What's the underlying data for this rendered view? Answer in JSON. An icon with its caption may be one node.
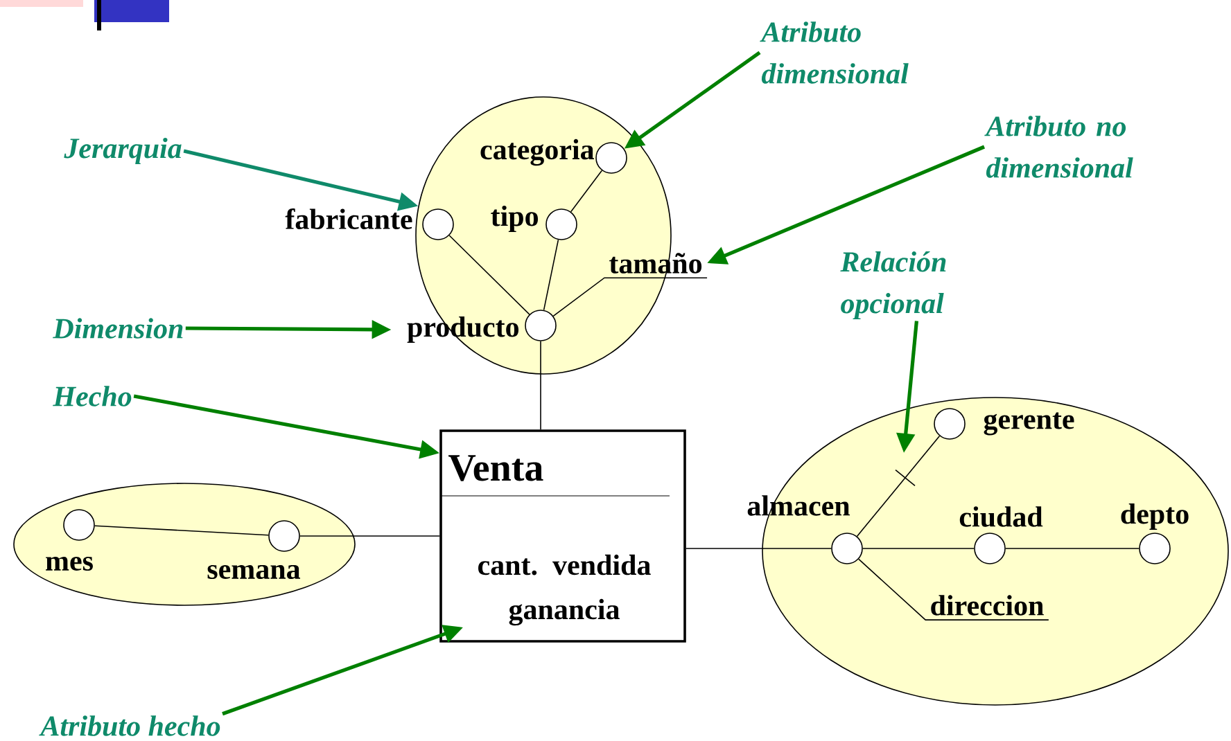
{
  "diagram": {
    "nodes": [
      {
        "text": [
          "Atributo dimensional"
        ]
      },
      {
        "text": [
          "Jerarquia"
        ]
      },
      {
        "text": [
          "Atributo no dimensional"
        ]
      },
      {
        "text": [],
        "shape": "ellipse"
      },
      {
        "text": [],
        "shape": "circle",
        "beside": [
          "categoria"
        ],
        "in": 3
      },
      {
        "text": [],
        "shape": "circle",
        "beside": [
          "fabricante"
        ],
        "in": 3
      },
      {
        "text": [],
        "shape": "circle",
        "beside": [
          "tipo"
        ],
        "in": 3
      },
      {
        "text": [
          "tamaño"
        ],
        "in": 3
      },
      {
        "text": [
          "Relación opcional"
        ]
      },
      {
        "text": [
          "Dimension"
        ]
      },
      {
        "text": [],
        "shape": "circle",
        "beside": [
          "producto"
        ],
        "in": 3
      },
      {
        "text": [
          "Hecho"
        ]
      },
      {
        "text": [
          "Venta",
          "cant. vendida ganancia"
        ]
      },
      {
        "text": [],
        "shape": "ellipse"
      },
      {
        "text": [],
        "shape": "circle",
        "beside": [
          "mes"
        ],
        "in": 13
      },
      {
        "text": [],
        "shape": "circle",
        "beside": [
          "semana"
        ],
        "in": 13
      },
      {
        "text": [],
        "shape": "ellipse"
      },
      {
        "text": [],
        "shape": "circle",
        "beside": [
          "gerente"
        ],
        "in": 16
      },
      {
        "text": [],
        "shape": "circle",
        "beside": [
          "almacen"
        ],
        "in": 16
      },
      {
        "text": [],
        "shape": "circle",
        "beside": [
          "ciudad"
        ],
        "in": 16
      },
      {
        "text": [],
        "shape": "circle",
        "beside": [
          "depto"
        ],
        "in": 16
      },
      {
        "text": [
          "direccion"
        ],
        "in": 16
      },
      {
        "text": [
          "Atributo hecho"
        ]
      }
    ],
    "edges": [
      {
        "from": 0,
        "to": 4,
        "arrow": "to",
        "style": "thick",
        "color": "#008000"
      },
      {
        "from": 1,
        "to": 3,
        "arrow": "to",
        "style": "thick",
        "color": "#0f8a6a"
      },
      {
        "from": 2,
        "to": 7,
        "arrow": "to",
        "style": "thick",
        "color": "#008000"
      },
      {
        "from": 8,
        "to": null,
        "arrow": "to",
        "style": "thick",
        "color": "#008000"
      },
      {
        "from": 9,
        "to": 10,
        "arrow": "to",
        "style": "thick",
        "color": "#008000"
      },
      {
        "from": 11,
        "to": 12,
        "arrow": "to",
        "style": "thick",
        "color": "#008000"
      },
      {
        "from": 22,
        "to": 12,
        "arrow": "to",
        "style": "thick",
        "color": "#008000"
      },
      {
        "from": 4,
        "to": 6,
        "arrow": "none"
      },
      {
        "from": 5,
        "to": 10,
        "arrow": "none"
      },
      {
        "from": 6,
        "to": 10,
        "arrow": "none"
      },
      {
        "from": 10,
        "to": 7,
        "arrow": "none"
      },
      {
        "from": 10,
        "to": 12,
        "arrow": "none"
      },
      {
        "from": 14,
        "to": 15,
        "arrow": "none"
      },
      {
        "from": 15,
        "to": 12,
        "arrow": "none"
      },
      {
        "from": 12,
        "to": 18,
        "arrow": "none"
      },
      {
        "from": 18,
        "to": 17,
        "arrow": "none"
      },
      {
        "from": 18,
        "to": 19,
        "arrow": "none"
      },
      {
        "from": 19,
        "to": 20,
        "arrow": "none"
      },
      {
        "from": 18,
        "to": 21,
        "arrow": "none"
      }
    ]
  }
}
